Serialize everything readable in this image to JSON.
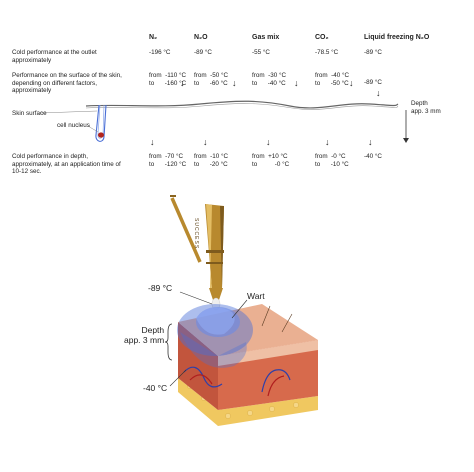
{
  "table": {
    "columns": [
      "N₂",
      "N₂O",
      "Gas mix",
      "CO₂",
      "Liquid freezing N₂O"
    ],
    "rows": {
      "outlet": {
        "label": "Cold performance at the outlet approximately",
        "values": [
          "-196 °C",
          "-89 °C",
          "-55 °C",
          "-78.5 °C",
          "-89 °C"
        ]
      },
      "surface": {
        "label": "Performance on the surface of the skin, depending on different factors, approximately",
        "values": [
          "from  -110 °C\nto      -160 °C",
          "from  -50 °C\nto      -60 °C",
          "from  -30 °C\nto      -40 °C",
          "from  -40 °C\nto      -50 °C",
          "-89 °C"
        ]
      },
      "depth": {
        "label": "Cold performance in depth, approximately, at an application time of 10-12 sec.",
        "values": [
          "from  -70 °C\nto      -120 °C",
          "from  -10 °C\nto      -20 °C",
          "from  +10 °C\nto          -0 °C",
          "from  -0 °C\nto      -10 °C",
          "-40 °C"
        ]
      }
    }
  },
  "labels": {
    "skin_surface": "Skin surface",
    "cell_nucleus": "cell nucleus",
    "depth_right": "Depth\napp. 3 mm",
    "temp_top": "-89 °C",
    "wart": "Wart",
    "depth_left": "Depth\napp. 3 mm",
    "temp_bottom": "-40 °C",
    "device_text": "SUCCESS"
  },
  "colors": {
    "gold": "#b8892e",
    "skin": "#e8a07a",
    "dermis": "#c2553d",
    "fat": "#f0c860",
    "cold": "#4a6fd6"
  }
}
